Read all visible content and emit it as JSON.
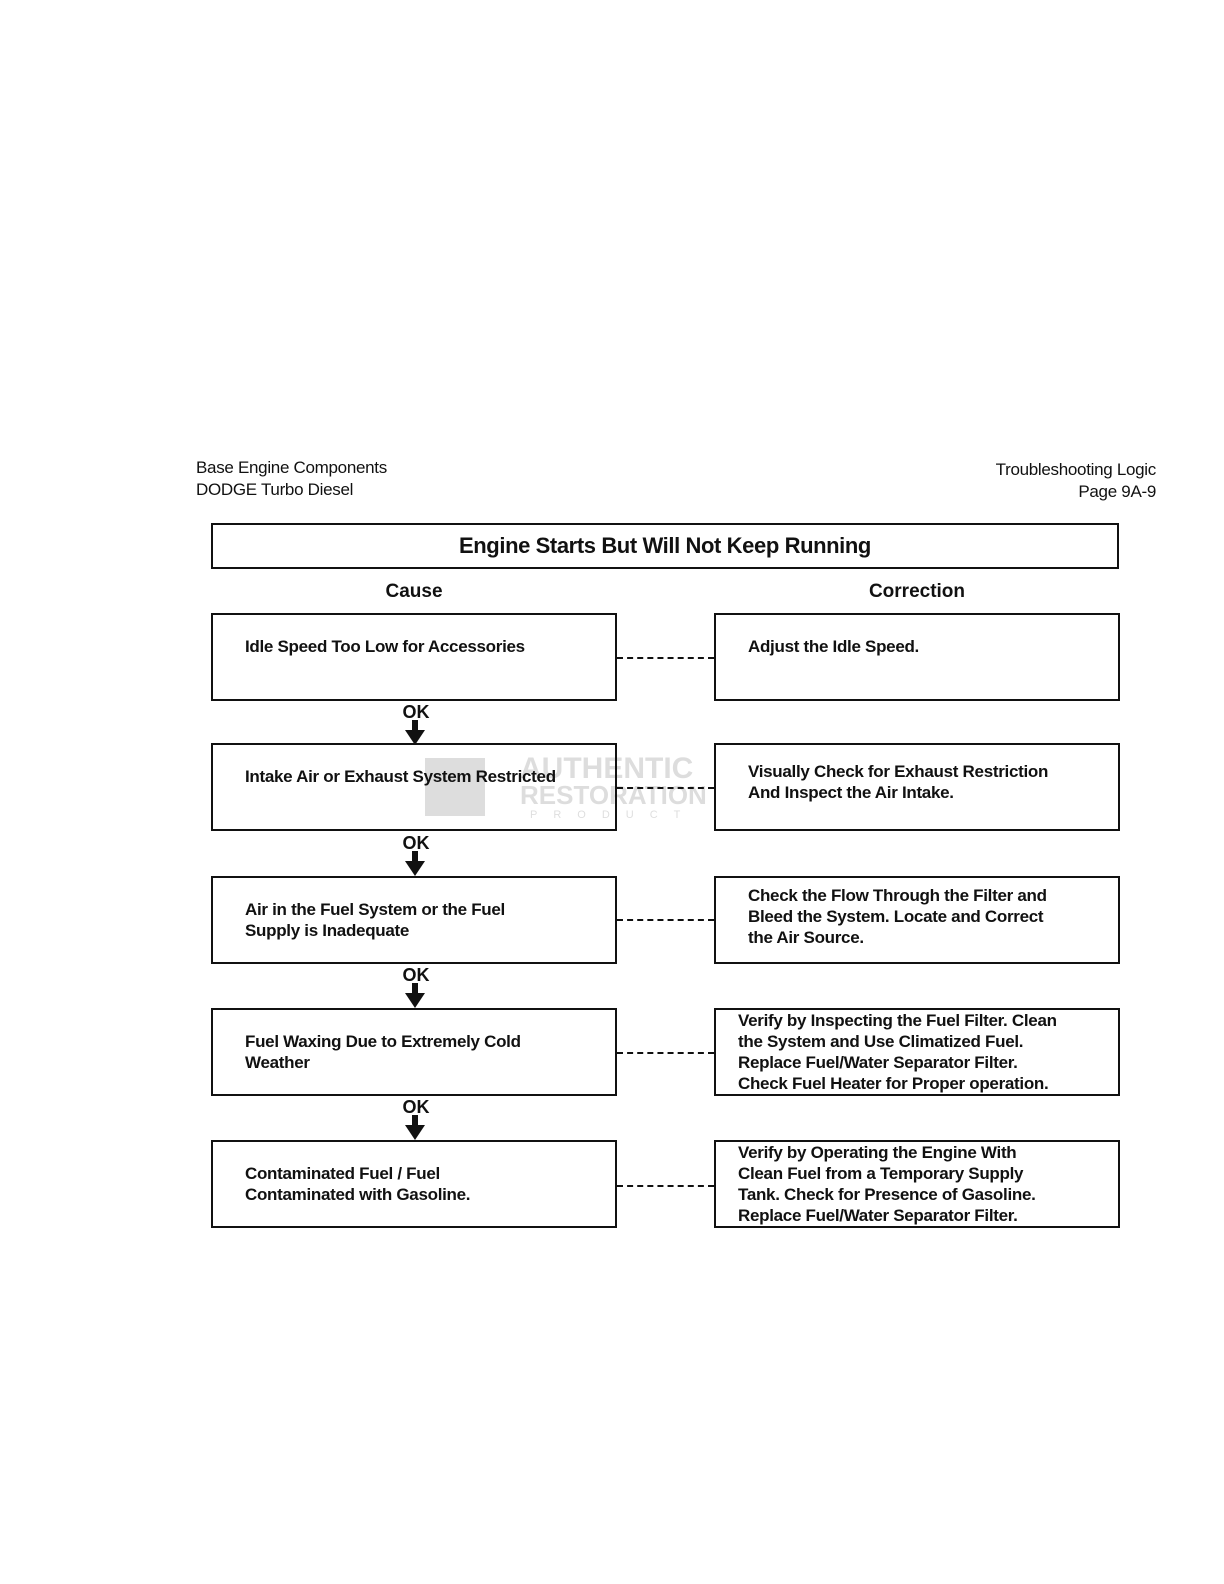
{
  "header": {
    "left_line1": "Base Engine Components",
    "left_line2": "DODGE Turbo Diesel",
    "right_line1": "Troubleshooting Logic",
    "right_line2": "Page 9A-9"
  },
  "title": "Engine Starts But Will Not Keep Running",
  "columns": {
    "cause": "Cause",
    "correction": "Correction"
  },
  "ok_label": "OK",
  "watermark": {
    "line1": "AUTHENTIC",
    "line2": "RESTORATION",
    "line3": "PRODUCT"
  },
  "rows": [
    {
      "cause": [
        "Idle Speed Too Low for Accessories"
      ],
      "correction": [
        "Adjust the Idle Speed."
      ]
    },
    {
      "cause": [
        "Intake Air or Exhaust System Restricted"
      ],
      "correction": [
        "Visually Check for Exhaust Restriction",
        "And Inspect the Air Intake."
      ]
    },
    {
      "cause": [
        "Air in the Fuel System or the Fuel",
        "Supply is Inadequate"
      ],
      "correction": [
        "Check the Flow Through the Filter and",
        "Bleed the System. Locate and Correct",
        "the Air Source."
      ]
    },
    {
      "cause": [
        "Fuel Waxing Due to Extremely Cold",
        "Weather"
      ],
      "correction": [
        "Verify by Inspecting the Fuel Filter. Clean",
        "the System and Use Climatized Fuel.",
        "Replace Fuel/Water Separator Filter.",
        "Check Fuel Heater for Proper operation."
      ]
    },
    {
      "cause": [
        "Contaminated Fuel / Fuel",
        "Contaminated with Gasoline."
      ],
      "correction": [
        "Verify by Operating the Engine With",
        "Clean Fuel from a Temporary Supply",
        "Tank. Check for Presence of Gasoline.",
        "Replace Fuel/Water Separator Filter."
      ]
    }
  ]
}
